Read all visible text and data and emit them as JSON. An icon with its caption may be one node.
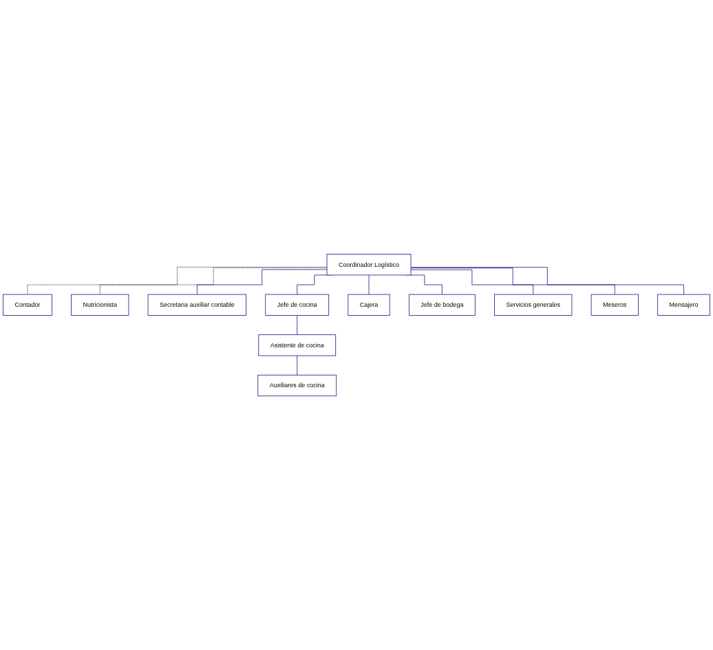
{
  "diagram": {
    "nodes": [
      {
        "text": [
          "Coordinador Logístico"
        ]
      },
      {
        "text": [
          "Contador"
        ]
      },
      {
        "text": [
          "Nutricionista"
        ]
      },
      {
        "text": [
          "Secretaria auxiliar contable"
        ]
      },
      {
        "text": [
          "Jefe de cocina"
        ]
      },
      {
        "text": [
          "Cajera"
        ]
      },
      {
        "text": [
          "Jefe de bodega"
        ]
      },
      {
        "text": [
          "Asistente de cocina"
        ]
      },
      {
        "text": [
          "Servicios generales"
        ]
      },
      {
        "text": [
          "Meseros"
        ]
      },
      {
        "text": [
          "Auxiliares de cocina"
        ]
      },
      {
        "text": [
          "Mensajero"
        ]
      }
    ],
    "edges": [
      {
        "from": 0,
        "to": 1,
        "arrow": "none",
        "style": "dashed",
        "color": "#000000"
      },
      {
        "from": 0,
        "to": 2,
        "arrow": "none",
        "style": "dashed",
        "color": "#000000"
      },
      {
        "from": 0,
        "to": 3,
        "arrow": "none"
      },
      {
        "from": 0,
        "to": 4,
        "arrow": "none"
      },
      {
        "from": 0,
        "to": 5,
        "arrow": "none"
      },
      {
        "from": 0,
        "to": 6,
        "arrow": "none"
      },
      {
        "from": 0,
        "to": 8,
        "arrow": "none"
      },
      {
        "from": 0,
        "to": 9,
        "arrow": "none"
      },
      {
        "from": 0,
        "to": 11,
        "arrow": "none"
      },
      {
        "from": 4,
        "to": 7,
        "arrow": "none"
      },
      {
        "from": 7,
        "to": 10,
        "arrow": "none"
      }
    ]
  }
}
